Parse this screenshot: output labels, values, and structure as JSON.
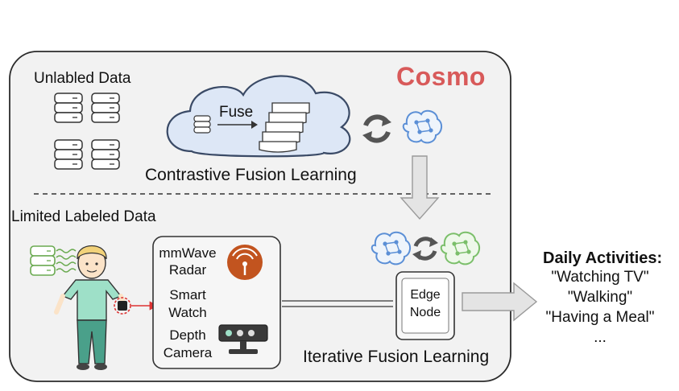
{
  "brand": "Cosmo",
  "top": {
    "unlabeled_label": "Unlabled Data",
    "fuse_label": "Fuse",
    "contrastive_label": "Contrastive Fusion Learning"
  },
  "bottom": {
    "limited_label": "Limited Labeled Data",
    "sensors": [
      "mmWave",
      "Radar",
      "Smart",
      "Watch",
      "Depth",
      "Camera"
    ],
    "edge_node": [
      "Edge",
      "Node"
    ],
    "iterative_label": "Iterative Fusion Learning"
  },
  "output": {
    "title": "Daily Activities:",
    "items": [
      "\"Watching TV\"",
      "\"Walking\"",
      "\"Having a Meal\"",
      "..."
    ]
  },
  "colors": {
    "brand": "#d85a5a",
    "cloud_fill": "#dde7f6",
    "cloud_stroke": "#3a4a66",
    "brain_blue": "#5b8fd6",
    "brain_green": "#7bbf6a",
    "person_shirt": "#9ee0c8",
    "person_pants": "#4aa08a",
    "radar": "#c2541f",
    "panel_bg": "#f2f2f2"
  }
}
